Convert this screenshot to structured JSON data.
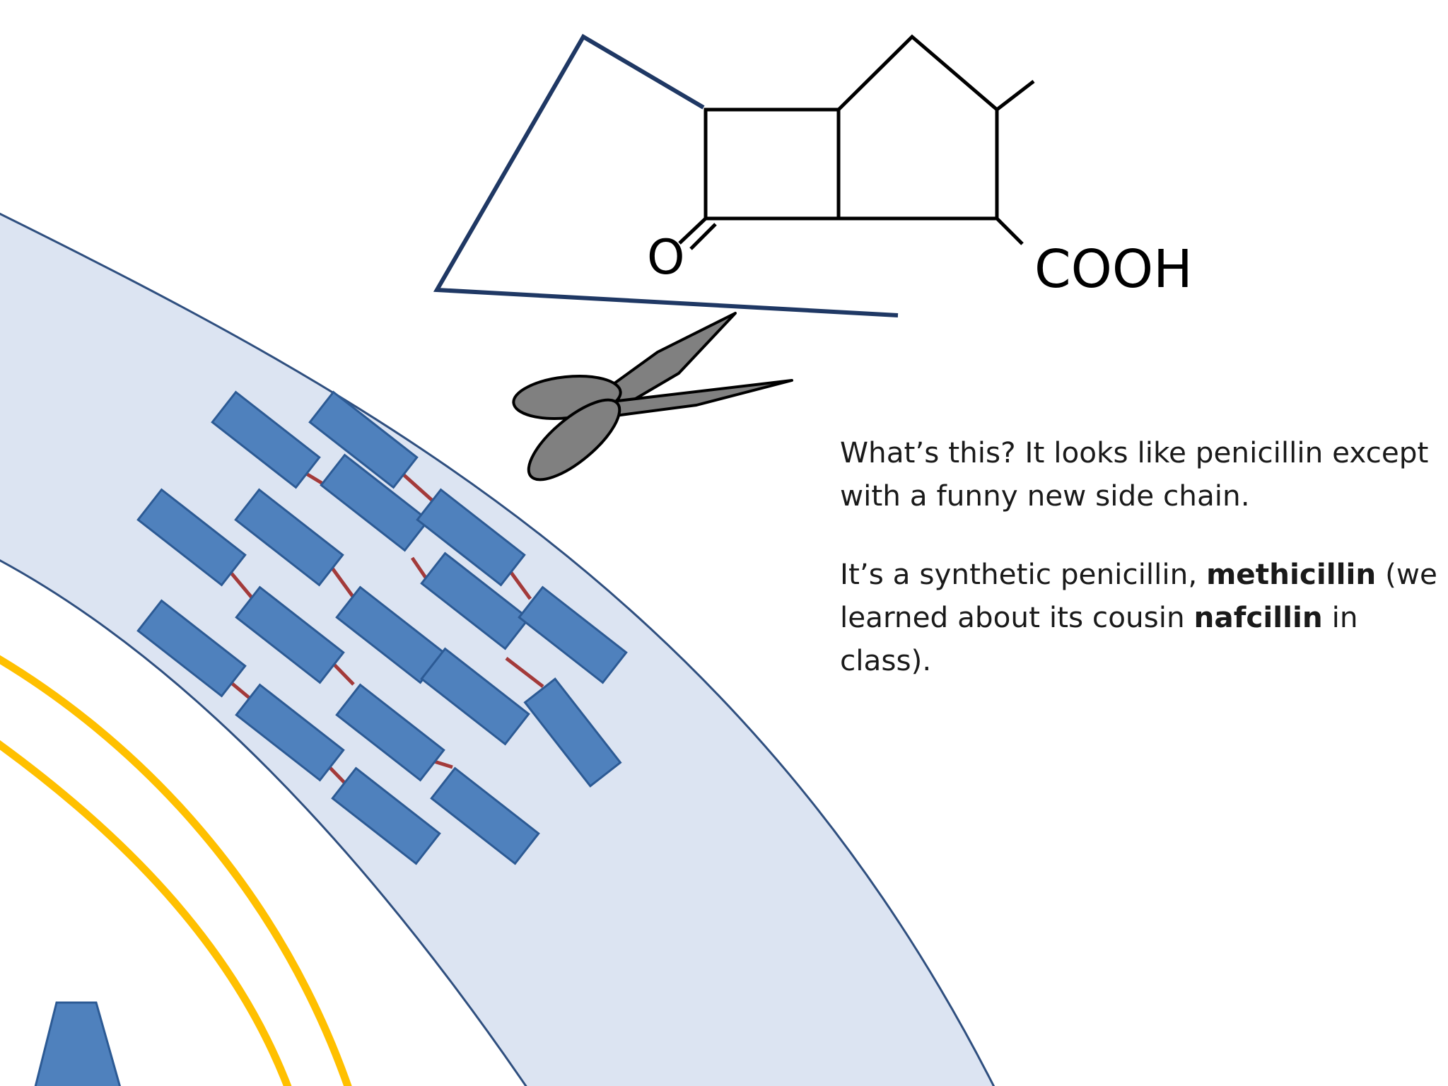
{
  "molecule": {
    "oxygen_label": "O",
    "acid_label": "COOH"
  },
  "text": {
    "p1": "What’s this? It looks like penicillin except with a funny new side chain.",
    "p2_a": "It’s a synthetic penicillin, ",
    "p2_b": "methicillin",
    "p2_c": " (we learned about its cousin ",
    "p2_d": "nafcillin",
    "p2_e": " in class)."
  },
  "colors": {
    "cell_wall_fill": "#dce4f2",
    "cell_wall_stroke": "#2f4f7f",
    "peptidoglycan_block": "#4f81bd",
    "peptidoglycan_block_edge": "#2c5a94",
    "crosslink": "#a33a3a",
    "membrane": "#ffc000",
    "scissors": "#808080",
    "side_chain_outline": "#1f3864"
  },
  "icons": [
    "scissors-icon"
  ]
}
